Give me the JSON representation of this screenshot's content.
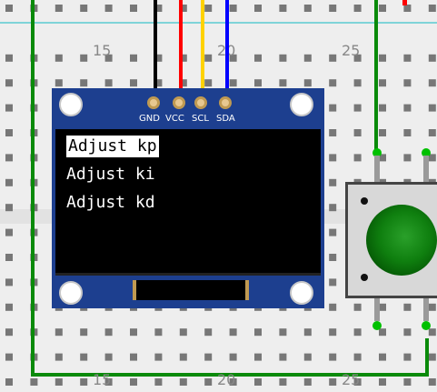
{
  "breadboard": {
    "column_labels_top": [
      "15",
      "20",
      "25"
    ],
    "column_labels_bottom": [
      "15",
      "20",
      "25"
    ],
    "colors": {
      "board": "#eeeeee",
      "rail_line": "#7fd3d8",
      "hole": "#777777",
      "divider": "#dedede"
    }
  },
  "oled": {
    "pins": [
      "GND",
      "VCC",
      "SCL",
      "SDA"
    ],
    "wire_colors": [
      "#000000",
      "#ff0000",
      "#ffd200",
      "#0000ff"
    ],
    "pcb_color": "#1d3f8f",
    "menu": {
      "selected_index": 0,
      "items": [
        "Adjust kp",
        "Adjust ki",
        "Adjust kd"
      ]
    }
  },
  "pushbutton": {
    "cap_color": "#008000",
    "body_color": "#d8d8d8",
    "lead_color": "#00c000"
  },
  "wires": {
    "ground_color": "#0a8a0a",
    "power_color": "#ff0000"
  }
}
